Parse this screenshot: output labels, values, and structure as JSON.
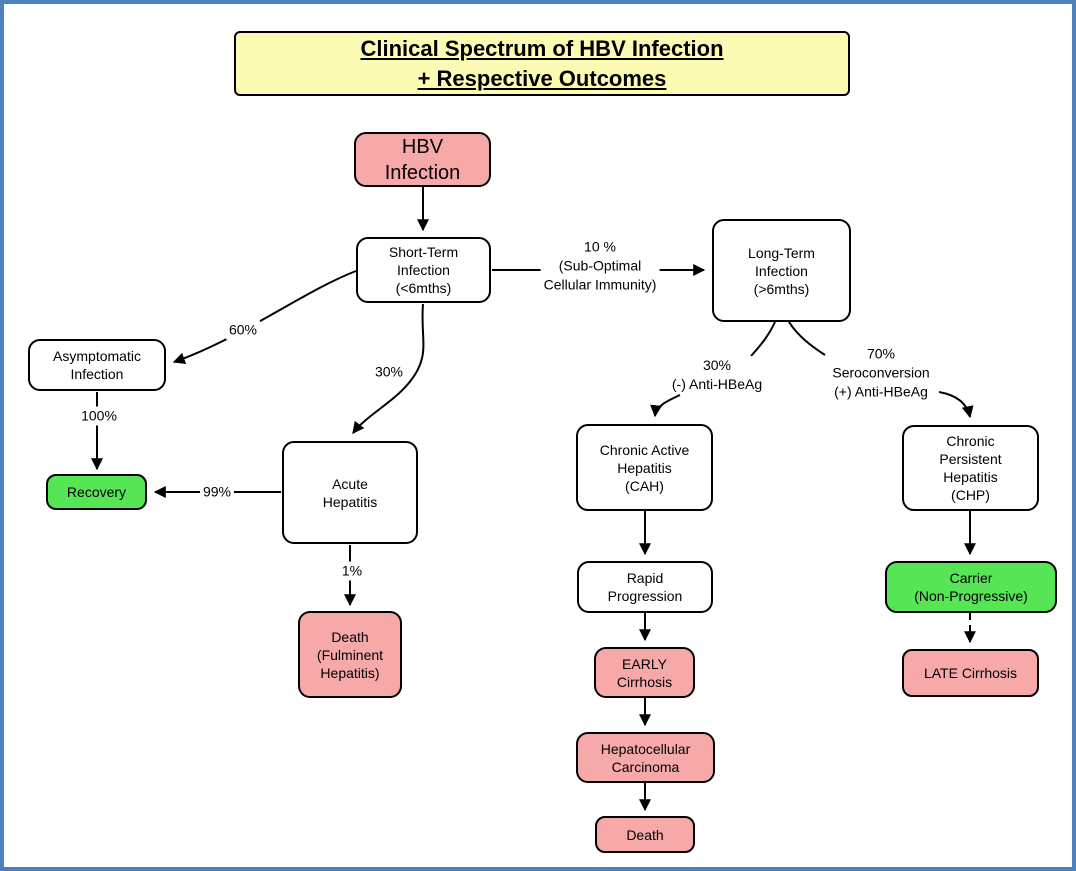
{
  "title": "Clinical Spectrum of HBV Infection\n+ Respective Outcomes",
  "colors": {
    "page_border_blue": "#4E80BC",
    "bad_outcome_pink": "#F7A8A8",
    "good_outcome_green": "#55E555",
    "title_yellow": "#FBFBB3",
    "node_border": "#000000",
    "arrow": "#000000",
    "background": "#FFFFFF"
  },
  "nodes": {
    "hbv": {
      "label": "HBV\nInfection"
    },
    "short_term": {
      "label": "Short-Term\nInfection\n(<6mths)"
    },
    "long_term": {
      "label": "Long-Term\nInfection\n(>6mths)"
    },
    "asymptomatic": {
      "label": "Asymptomatic\nInfection"
    },
    "recovery": {
      "label": "Recovery"
    },
    "acute": {
      "label": "Acute\nHepatitis"
    },
    "death_fulminent": {
      "label": "Death\n(Fulminent\nHepatitis)"
    },
    "cah": {
      "label": "Chronic Active\nHepatitis\n(CAH)"
    },
    "rapid": {
      "label": "Rapid\nProgression"
    },
    "early_cirrhosis": {
      "label": "EARLY\nCirrhosis"
    },
    "hcc": {
      "label": "Hepatocellular\nCarcinoma"
    },
    "death": {
      "label": "Death"
    },
    "chp": {
      "label": "Chronic\nPersistent\nHepatitis\n(CHP)"
    },
    "carrier": {
      "label": "Carrier\n(Non-Progressive)"
    },
    "late_cirrhosis": {
      "label": "LATE Cirrhosis"
    }
  },
  "edge_labels": {
    "suboptimal": "10 %\n(Sub-Optimal\nCellular Immunity)",
    "sixty": "60%",
    "thirty_acute": "30%",
    "hundred": "100%",
    "ninetynine": "99%",
    "one": "1%",
    "anti_hbeag_neg": "30%\n(-) Anti-HBeAg",
    "seroconversion": "70%\nSeroconversion\n(+) Anti-HBeAg"
  },
  "edges": [
    {
      "from": "HBV Infection",
      "to": "Short-Term Infection (<6mths)",
      "label": "",
      "style": "solid"
    },
    {
      "from": "Short-Term Infection (<6mths)",
      "to": "Long-Term Infection (>6mths)",
      "label": "10 % (Sub-Optimal Cellular Immunity)",
      "style": "solid"
    },
    {
      "from": "Short-Term Infection (<6mths)",
      "to": "Asymptomatic Infection",
      "label": "60%",
      "style": "solid"
    },
    {
      "from": "Short-Term Infection (<6mths)",
      "to": "Acute Hepatitis",
      "label": "30%",
      "style": "solid"
    },
    {
      "from": "Asymptomatic Infection",
      "to": "Recovery",
      "label": "100%",
      "style": "solid"
    },
    {
      "from": "Acute Hepatitis",
      "to": "Recovery",
      "label": "99%",
      "style": "solid"
    },
    {
      "from": "Acute Hepatitis",
      "to": "Death (Fulminent Hepatitis)",
      "label": "1%",
      "style": "solid"
    },
    {
      "from": "Long-Term Infection (>6mths)",
      "to": "Chronic Active Hepatitis (CAH)",
      "label": "30% (-) Anti-HBeAg",
      "style": "solid"
    },
    {
      "from": "Long-Term Infection (>6mths)",
      "to": "Chronic Persistent Hepatitis (CHP)",
      "label": "70% Seroconversion (+) Anti-HBeAg",
      "style": "solid"
    },
    {
      "from": "Chronic Active Hepatitis (CAH)",
      "to": "Rapid Progression",
      "label": "",
      "style": "solid"
    },
    {
      "from": "Rapid Progression",
      "to": "EARLY Cirrhosis",
      "label": "",
      "style": "solid"
    },
    {
      "from": "EARLY Cirrhosis",
      "to": "Hepatocellular Carcinoma",
      "label": "",
      "style": "solid"
    },
    {
      "from": "Hepatocellular Carcinoma",
      "to": "Death",
      "label": "",
      "style": "solid"
    },
    {
      "from": "Chronic Persistent Hepatitis (CHP)",
      "to": "Carrier (Non-Progressive)",
      "label": "",
      "style": "solid"
    },
    {
      "from": "Carrier (Non-Progressive)",
      "to": "LATE Cirrhosis",
      "label": "",
      "style": "dashed"
    }
  ]
}
